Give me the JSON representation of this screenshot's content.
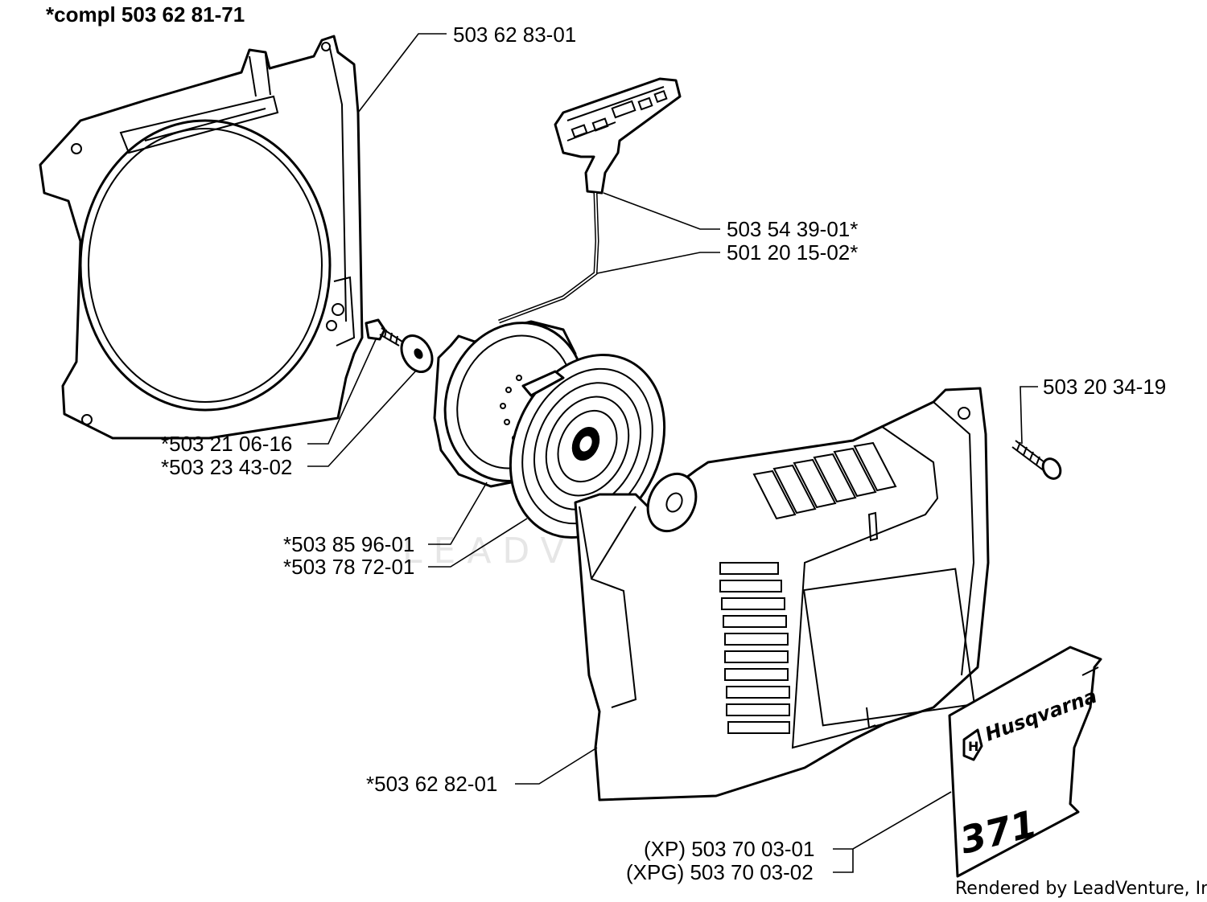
{
  "diagram": {
    "assembly_label": "*compl 503 62 81-71",
    "watermark": "LEADVENTURE",
    "rendered_by": "Rendered by LeadVenture, Inc.",
    "decal": {
      "brand": "Husqvarna",
      "model": "371"
    },
    "parts": [
      {
        "part_number": "503 62 83-01"
      },
      {
        "part_number": "503 54 39-01*"
      },
      {
        "part_number": "501 20 15-02*"
      },
      {
        "part_number": "*503 21 06-16"
      },
      {
        "part_number": "*503 23 43-02"
      },
      {
        "part_number": "503 20 34-19"
      },
      {
        "part_number": "*503 85 96-01"
      },
      {
        "part_number": "*503 78 72-01"
      },
      {
        "part_number": "*503 62 82-01"
      },
      {
        "part_number": "(XP) 503 70 03-01"
      },
      {
        "part_number": "(XPG) 503 70 03-02"
      }
    ]
  }
}
